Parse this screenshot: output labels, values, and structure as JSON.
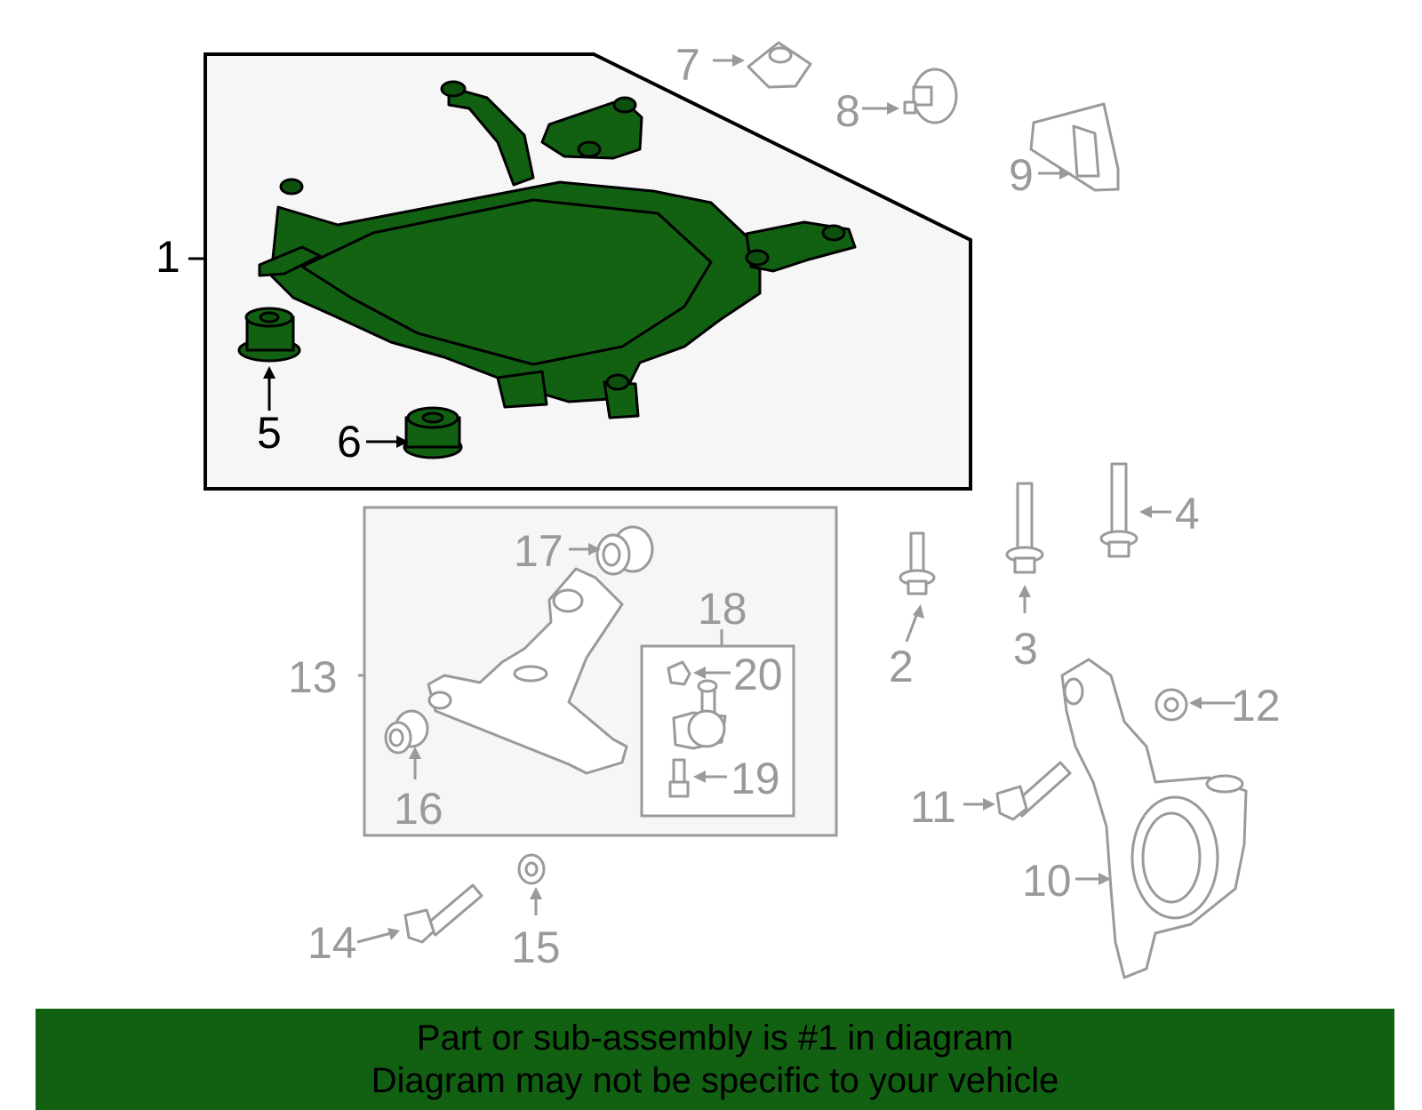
{
  "colors": {
    "highlight": "#126012",
    "banner": "#126012",
    "inactive": "#9a9a9a",
    "panel": "#f6f6f6"
  },
  "callouts": {
    "c1": "1",
    "c2": "2",
    "c3": "3",
    "c4": "4",
    "c5": "5",
    "c6": "6",
    "c7": "7",
    "c8": "8",
    "c9": "9",
    "c10": "10",
    "c11": "11",
    "c12": "12",
    "c13": "13",
    "c14": "14",
    "c15": "15",
    "c16": "16",
    "c17": "17",
    "c18": "18",
    "c19": "19",
    "c20": "20"
  },
  "banner": {
    "line1": "Part or sub-assembly is #1 in diagram",
    "line2": "Diagram may not be specific to your vehicle"
  }
}
